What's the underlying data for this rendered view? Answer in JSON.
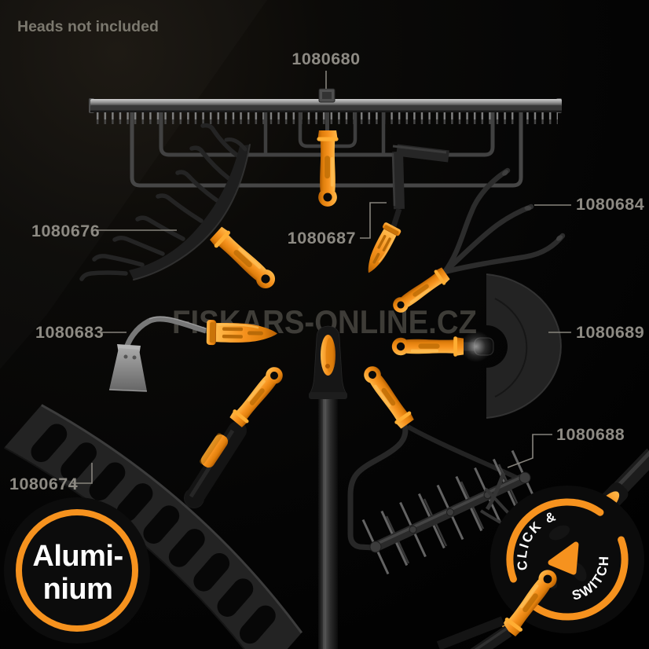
{
  "header": {
    "disclaimer": "Heads not included"
  },
  "watermark": {
    "text": "FISKARS-ONLINE.CZ"
  },
  "parts": {
    "top_rake": "1080680",
    "fan_rake": "1080676",
    "hoe": "1080687",
    "cultivator": "1080684",
    "hand_hoe": "1080683",
    "edger": "1080689",
    "wide_rake": "1080674",
    "aerator": "1080688"
  },
  "badges": {
    "aluminium": {
      "line1": "Alumi-",
      "line2": "nium"
    },
    "click_switch": {
      "top": "CLICK &",
      "bottom": "SWITCH"
    }
  },
  "colors": {
    "accent": "#F6921E",
    "label": "#8D8A83",
    "background": "#050505",
    "badge_text": "#FFFFFF"
  }
}
